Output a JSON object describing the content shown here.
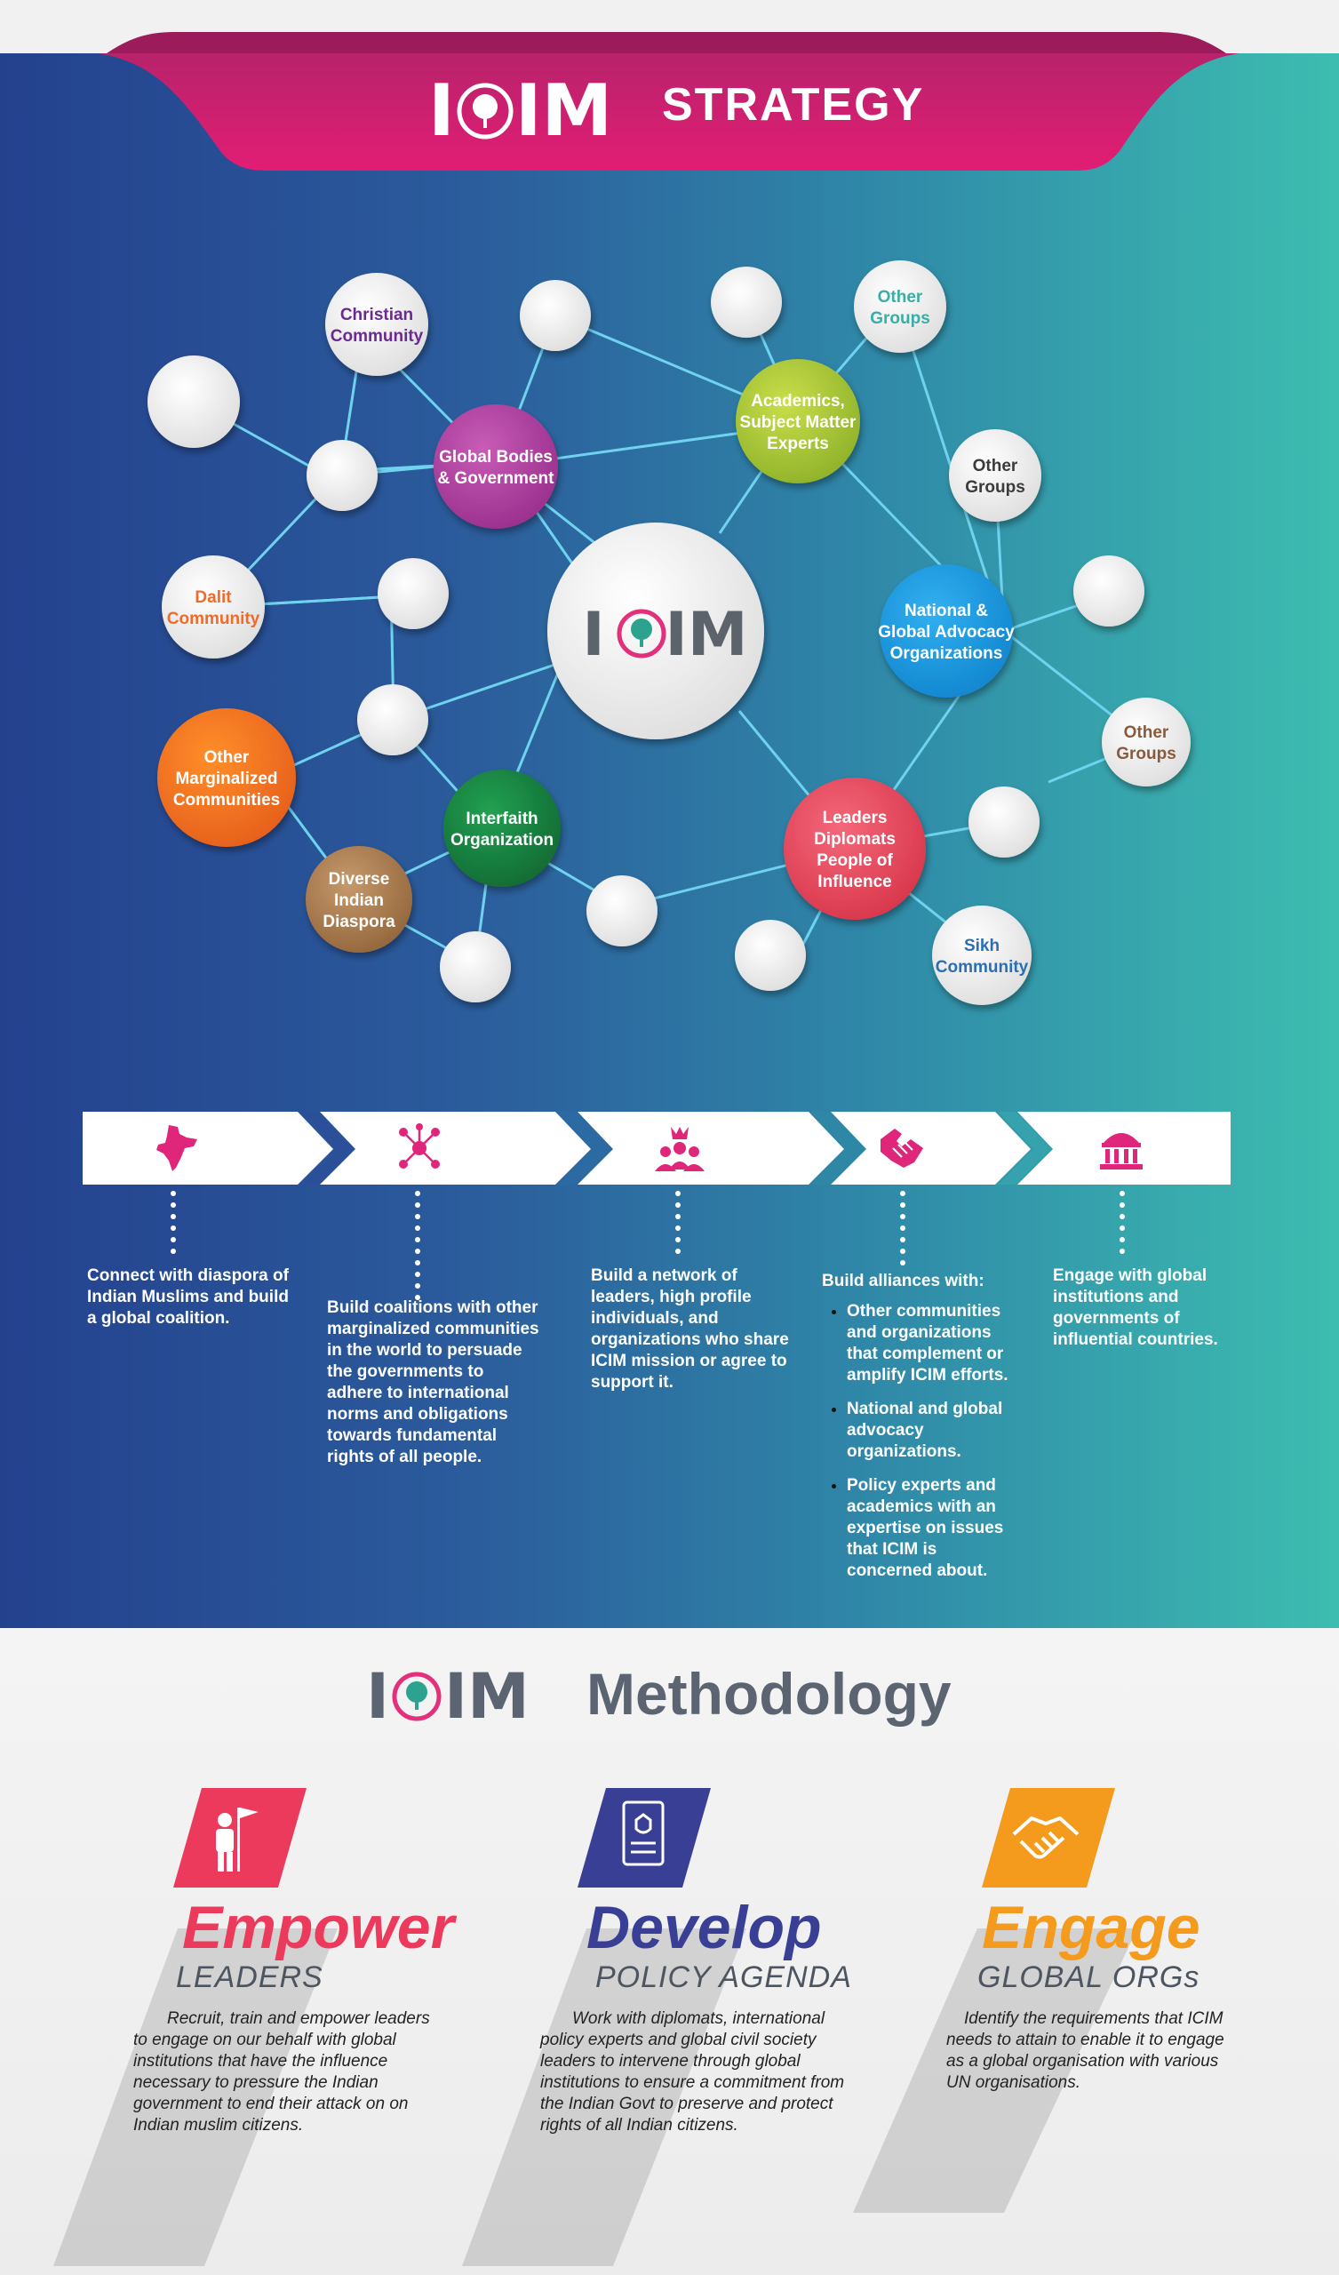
{
  "header": {
    "logo_text": "ICIM",
    "title": "STRATEGY"
  },
  "network": {
    "center": "ICIM",
    "nodes": [
      {
        "id": "christian",
        "lines": [
          "Christian",
          "Community"
        ],
        "color": "#6a2a8f"
      },
      {
        "id": "global_bodies",
        "lines": [
          "Global Bodies",
          "& Government"
        ],
        "color": "#ffffff"
      },
      {
        "id": "academics",
        "lines": [
          "Academics,",
          "Subject Matter",
          "Experts"
        ],
        "color": "#ffffff"
      },
      {
        "id": "other_groups_1",
        "lines": [
          "Other",
          "Groups"
        ],
        "color": "#3aaea5"
      },
      {
        "id": "other_groups_2",
        "lines": [
          "Other",
          "Groups"
        ],
        "color": "#3b3b3b"
      },
      {
        "id": "national",
        "lines": [
          "National &",
          "Global Advocacy",
          "Organizations"
        ],
        "color": "#ffffff"
      },
      {
        "id": "other_groups_3",
        "lines": [
          "Other",
          "Groups"
        ],
        "color": "#8a5a3c"
      },
      {
        "id": "dalit",
        "lines": [
          "Dalit",
          "Community"
        ],
        "color": "#f26a2a"
      },
      {
        "id": "other_marginalized",
        "lines": [
          "Other",
          "Marginalized",
          "Communities"
        ],
        "color": "#ffffff"
      },
      {
        "id": "interfaith",
        "lines": [
          "Interfaith",
          "Organization"
        ],
        "color": "#ffffff"
      },
      {
        "id": "diverse",
        "lines": [
          "Diverse",
          "Indian",
          "Diaspora"
        ],
        "color": "#ffffff"
      },
      {
        "id": "leaders",
        "lines": [
          "Leaders",
          "Diplomats",
          "People of",
          "Influence"
        ],
        "color": "#ffffff"
      },
      {
        "id": "sikh",
        "lines": [
          "Sikh",
          "Community"
        ],
        "color": "#2a6fb5"
      }
    ]
  },
  "steps": [
    {
      "icon": "india-map-icon",
      "text": "Connect with diaspora of Indian Muslims and build a global coalition."
    },
    {
      "icon": "network-people-icon",
      "text": "Build coalitions with other marginalized communities in the world to persuade the governments to adhere to international norms and obligations towards fundamental rights of all people."
    },
    {
      "icon": "crown-group-icon",
      "text": "Build a network of leaders, high profile individuals, and organizations who share ICIM mission or agree to support it."
    },
    {
      "icon": "handshake-icon",
      "text": "Build alliances with:",
      "bullets": [
        "Other communities and organizations that complement or amplify ICIM efforts.",
        "National and global advocacy organizations.",
        "Policy experts and academics with an expertise on issues that ICIM is concerned about."
      ]
    },
    {
      "icon": "institution-icon",
      "text": "Engage with global institutions and governments of influential countries."
    }
  ],
  "methodology": {
    "logo_text": "ICIM",
    "title": "Methodology",
    "pillars": [
      {
        "icon": "leader-flag-icon",
        "word": "Empower",
        "sub": "LEADERS",
        "color": "#ec3a5c",
        "desc": "Recruit, train and empower leaders to engage on our behalf with global institutions that have the influence necessary to pressure the Indian government to end their attack on on Indian muslim citizens."
      },
      {
        "icon": "policy-document-icon",
        "word": "Develop",
        "sub": "POLICY AGENDA",
        "color": "#3a3f96",
        "desc": "Work with diplomats, international policy experts and global civil society leaders to intervene through global institutions to ensure a commitment from the Indian Govt to preserve and protect rights of all Indian citizens."
      },
      {
        "icon": "handshake-icon",
        "word": "Engage",
        "sub": "GLOBAL ORGs",
        "color": "#f49a1c",
        "desc": "Identify the requirements that ICIM needs to attain to enable it to engage as a global organisation with various UN organisations."
      }
    ]
  }
}
